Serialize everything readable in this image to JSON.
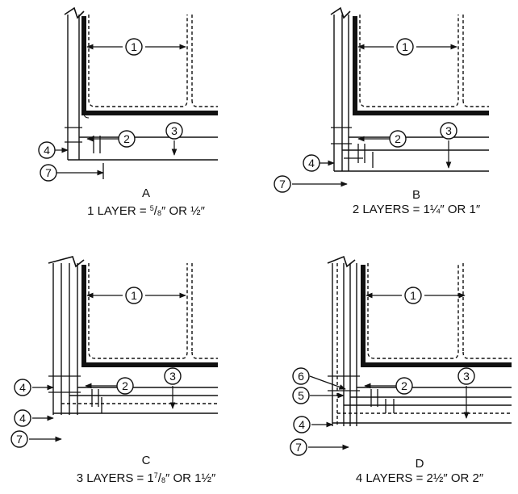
{
  "callout_numbers": [
    "1",
    "2",
    "3",
    "4",
    "5",
    "6",
    "7"
  ],
  "panels": {
    "a": {
      "letter": "A",
      "caption_pre": "1 LAYER = ",
      "frac_num": "5",
      "frac_den": "8",
      "caption_post": "″ OR ½″"
    },
    "b": {
      "letter": "B",
      "caption": "2 LAYERS = 1¼″ OR 1″"
    },
    "c": {
      "letter": "C",
      "caption_pre": "3 LAYERS = 1",
      "frac_num": "7",
      "frac_den": "8",
      "caption_post": "″ OR 1½″"
    },
    "d": {
      "letter": "D",
      "caption": "4 LAYERS = 2½″ OR 2″"
    }
  }
}
